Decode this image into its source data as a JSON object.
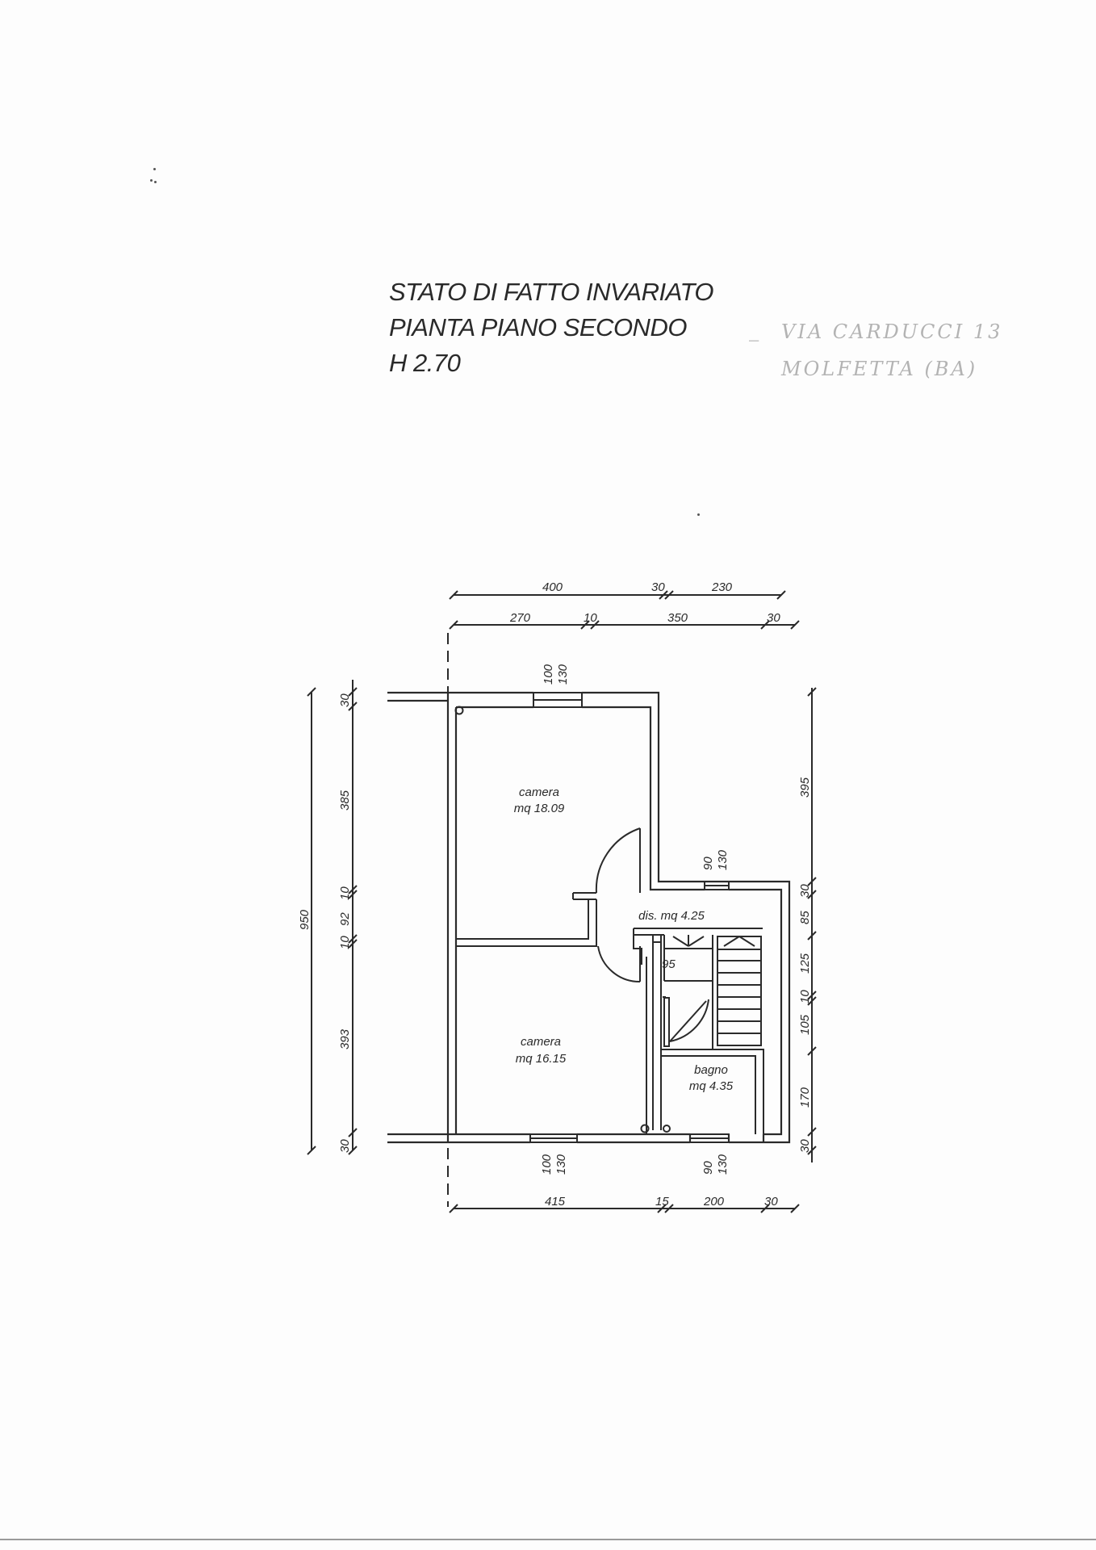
{
  "title": {
    "line1": "STATO DI FATTO INVARIATO",
    "line2": "PIANTA PIANO SECONDO",
    "line3": "H 2.70"
  },
  "handwritten_note": {
    "line1": "VIA CARDUCCI 13",
    "line2": "MOLFETTA (BA)"
  },
  "rooms": [
    {
      "name": "camera",
      "area": "mq 18.09"
    },
    {
      "name": "camera",
      "area": "mq 16.15"
    },
    {
      "name": "dis. mq 4.25"
    },
    {
      "name": "bagno",
      "area": "mq 4.35"
    }
  ],
  "dimensions": {
    "top_row1": [
      "400",
      "30",
      "230"
    ],
    "top_row2": [
      "270",
      "10",
      "350",
      "30"
    ],
    "bottom_row": [
      "415",
      "15",
      "200",
      "30"
    ],
    "left_total": "950",
    "left_segments": [
      "30",
      "385",
      "10",
      "92",
      "10",
      "393",
      "30"
    ],
    "right_upper": "395",
    "right_segments": [
      "30",
      "85",
      "125",
      "10",
      "105",
      "170",
      "30"
    ],
    "window_top": [
      "100",
      "130"
    ],
    "window_top_small": [
      "90",
      "130"
    ],
    "window_bottom": [
      "100",
      "130"
    ],
    "window_bottom_small": [
      "90",
      "130"
    ],
    "stair_width": "95"
  }
}
